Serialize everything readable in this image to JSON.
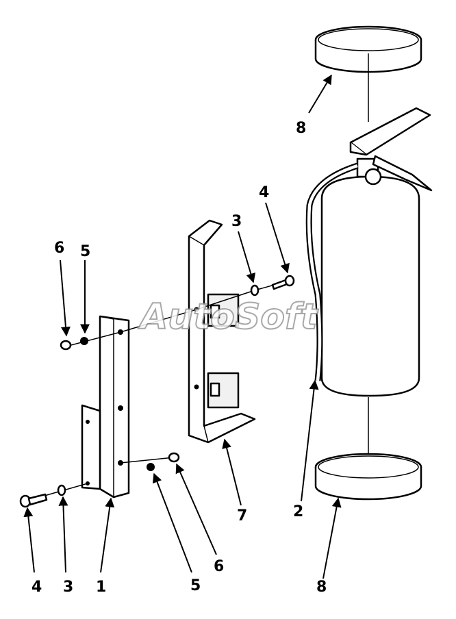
{
  "watermark": "AutoSoft",
  "callouts": {
    "c1": "1",
    "c2": "2",
    "c3_left": "3",
    "c3_top": "3",
    "c4_left": "4",
    "c4_top": "4",
    "c5_left": "5",
    "c5_bottom": "5",
    "c6_left": "6",
    "c6_bottom": "6",
    "c7": "7",
    "c8_top": "8",
    "c8_bottom": "8"
  }
}
